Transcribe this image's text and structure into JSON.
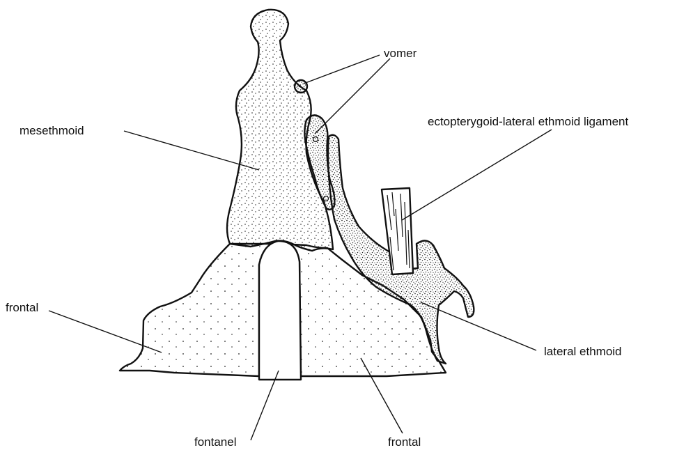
{
  "figure": {
    "labels": {
      "vomer": "vomer",
      "mesethmoid": "mesethmoid",
      "ligament": "ectopterygoid-lateral ethmoid ligament",
      "frontal_left": "frontal",
      "lateral_ethmoid": "lateral ethmoid",
      "fontanel": "fontanel",
      "frontal_right": "frontal"
    }
  }
}
